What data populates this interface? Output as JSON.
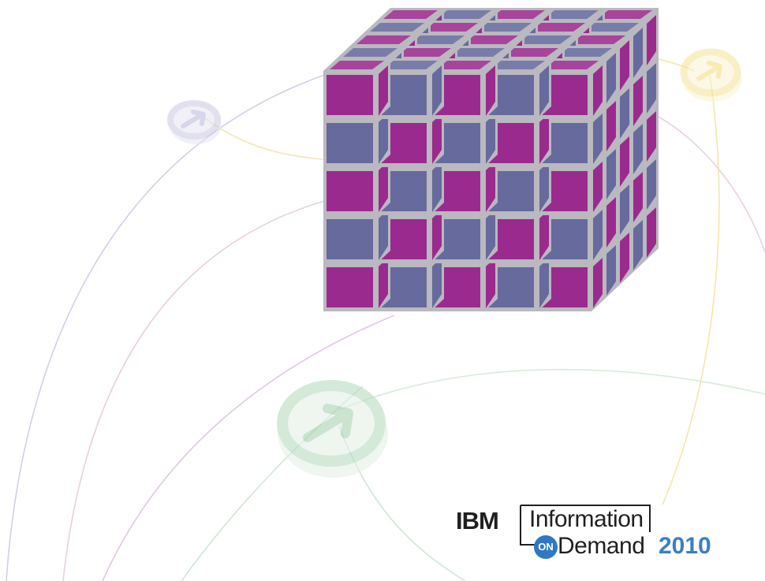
{
  "logo": {
    "company": "IBM",
    "line1": "Information",
    "badge": "ON",
    "line2": "Demand",
    "year": "2010"
  },
  "colors": {
    "magenta": "#9b2a8e",
    "slate": "#666a9c",
    "frame": "#b9b9bf",
    "year_blue": "#3b7fc4",
    "badge_blue": "#2f78c4"
  },
  "icons": [
    "arrow-circle-icon-purple",
    "arrow-circle-icon-yellow",
    "arrow-circle-icon-green"
  ]
}
